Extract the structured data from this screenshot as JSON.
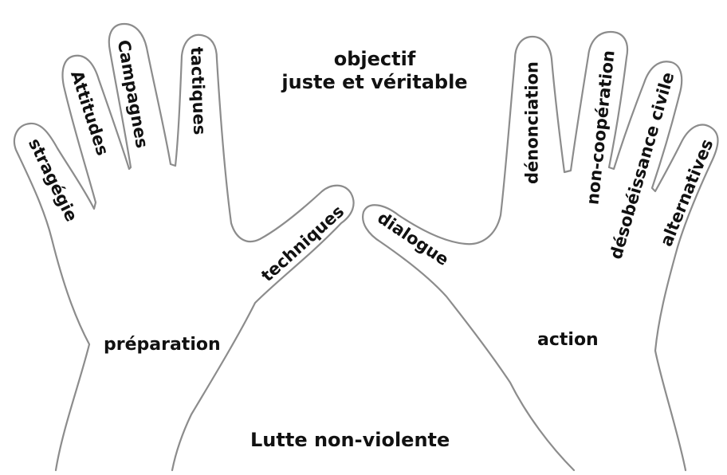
{
  "goal": {
    "line1": "objectif",
    "line2": "juste et véritable"
  },
  "left_hand": {
    "palm_label": "préparation",
    "fingers": [
      {
        "label": "stragégie"
      },
      {
        "label": "Attitudes"
      },
      {
        "label": "Campagnes"
      },
      {
        "label": "tactiques"
      },
      {
        "label": "techniques"
      }
    ]
  },
  "right_hand": {
    "palm_label": "action",
    "fingers": [
      {
        "label": "dialogue"
      },
      {
        "label": "dénonciation"
      },
      {
        "label": "non-coopération"
      },
      {
        "label": "désobéissance civile"
      },
      {
        "label": "alternatives"
      }
    ]
  },
  "footer": {
    "title": "Lutte non-violente"
  },
  "colors": {
    "outline": "#8c8c8c",
    "text": "#111111",
    "background": "#ffffff"
  }
}
